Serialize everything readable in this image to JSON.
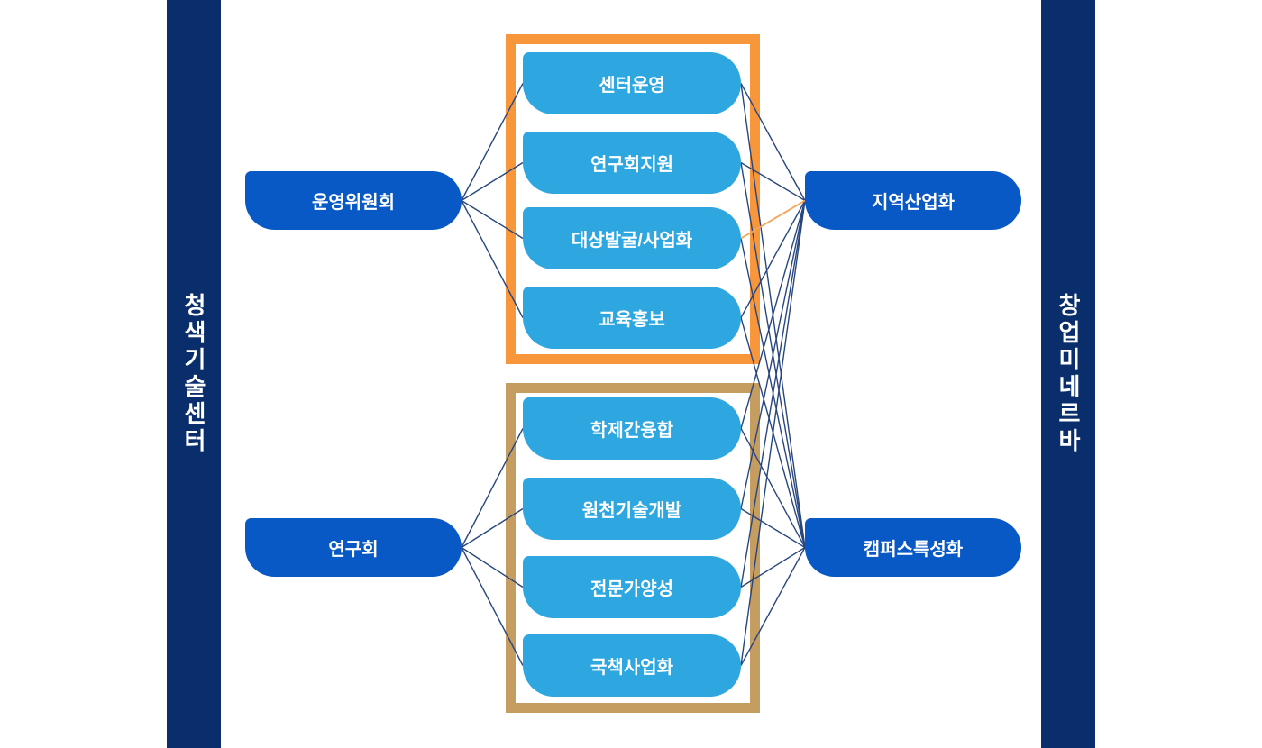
{
  "page": {
    "background": "#FFFFFF"
  },
  "sidebars": {
    "left": {
      "label": "청색기술센터",
      "color": "#0A2E6B"
    },
    "right": {
      "label": "창업미네르바",
      "color": "#0A2E6B"
    }
  },
  "nodes": {
    "color": "#0858C5",
    "left": [
      {
        "id": "left0",
        "label": "운영위원회"
      },
      {
        "id": "left1",
        "label": "연구회"
      }
    ],
    "right": [
      {
        "id": "right0",
        "label": "지역산업화"
      },
      {
        "id": "right1",
        "label": "캠퍼스특성화"
      }
    ]
  },
  "groups": [
    {
      "id": "g0",
      "frame_color": "#F8963C",
      "items": [
        {
          "id": "g0b0",
          "label": "센터운영"
        },
        {
          "id": "g0b1",
          "label": "연구회지원"
        },
        {
          "id": "g0b2",
          "label": "대상발굴/사업화"
        },
        {
          "id": "g0b3",
          "label": "교육홍보"
        }
      ]
    },
    {
      "id": "g1",
      "frame_color": "#C59D60",
      "items": [
        {
          "id": "g1b0",
          "label": "학제간융합"
        },
        {
          "id": "g1b1",
          "label": "원천기술개발"
        },
        {
          "id": "g1b2",
          "label": "전문가양성"
        },
        {
          "id": "g1b3",
          "label": "국책사업화"
        }
      ]
    }
  ],
  "item_color": "#2EA6E0",
  "edges": {
    "default_color": "#27467F",
    "highlight_color": "#F8A455",
    "list": [
      {
        "from": "left0",
        "to": "g0b0"
      },
      {
        "from": "left0",
        "to": "g0b1"
      },
      {
        "from": "left0",
        "to": "g0b2"
      },
      {
        "from": "left0",
        "to": "g0b3"
      },
      {
        "from": "left1",
        "to": "g1b0"
      },
      {
        "from": "left1",
        "to": "g1b1"
      },
      {
        "from": "left1",
        "to": "g1b2"
      },
      {
        "from": "left1",
        "to": "g1b3"
      },
      {
        "from": "g0b0",
        "to": "right0"
      },
      {
        "from": "g0b1",
        "to": "right0"
      },
      {
        "from": "g0b3",
        "to": "right0"
      },
      {
        "from": "g1b0",
        "to": "right0"
      },
      {
        "from": "g1b1",
        "to": "right0"
      },
      {
        "from": "g1b2",
        "to": "right0"
      },
      {
        "from": "g1b3",
        "to": "right0"
      },
      {
        "from": "g0b0",
        "to": "right1"
      },
      {
        "from": "g0b1",
        "to": "right1"
      },
      {
        "from": "g0b2",
        "to": "right1"
      },
      {
        "from": "g0b3",
        "to": "right1"
      },
      {
        "from": "g1b0",
        "to": "right1"
      },
      {
        "from": "g1b1",
        "to": "right1"
      },
      {
        "from": "g1b2",
        "to": "right1"
      },
      {
        "from": "g1b3",
        "to": "right1"
      },
      {
        "from": "g0b2",
        "to": "right0",
        "highlight": true
      }
    ]
  }
}
